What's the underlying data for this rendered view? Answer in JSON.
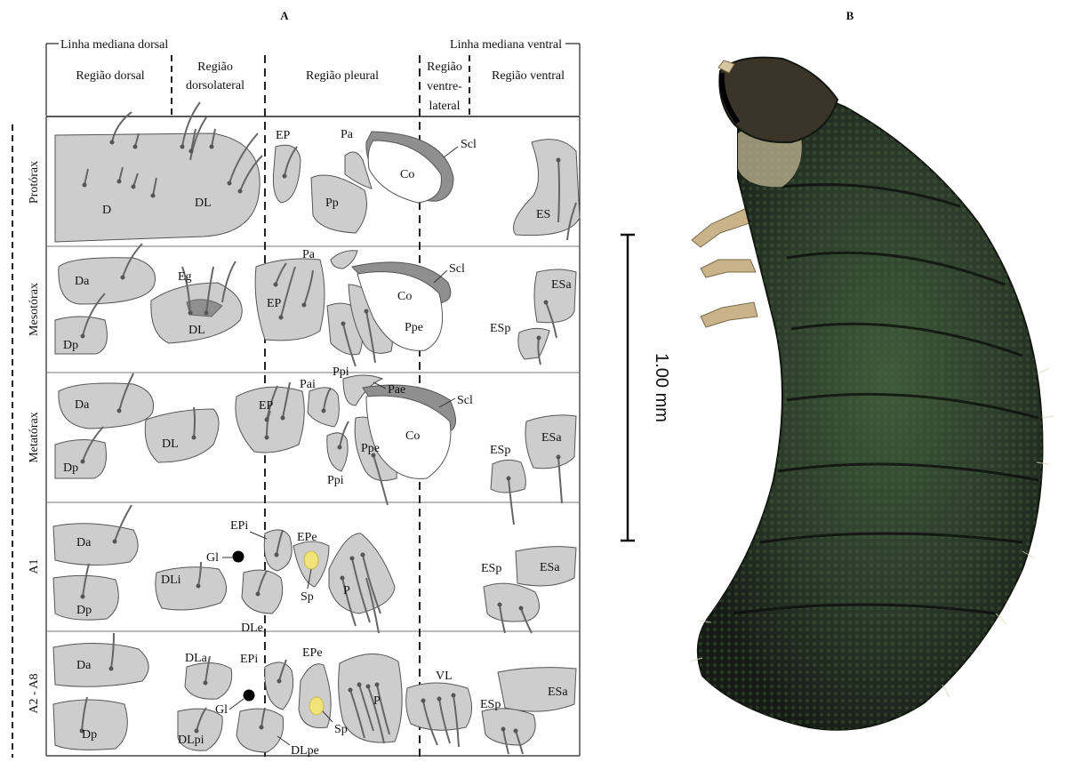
{
  "panels": {
    "a": "A",
    "b": "B"
  },
  "midlines": {
    "dorsal": "Linha mediana dorsal",
    "ventral": "Linha mediana ventral"
  },
  "regions": {
    "dorsal": "Região dorsal",
    "dorsolateral": [
      "Região",
      "dorsolateral"
    ],
    "pleural": "Região pleural",
    "ventrolateral": [
      "Região",
      "ventre-",
      "lateral"
    ],
    "ventral": "Região ventral"
  },
  "segments": {
    "prothorax": "Protórax",
    "mesothorax": "Mesotórax",
    "metathorax": "Metatórax",
    "a1": "A1",
    "a2a8": "A2 - A8"
  },
  "labels": {
    "prothorax": [
      "D",
      "DL",
      "EP",
      "Pa",
      "Pp",
      "Co",
      "Scl",
      "ES"
    ],
    "mesothorax": [
      "Da",
      "Dp",
      "Eg",
      "DL",
      "EP",
      "Pa",
      "Ppi",
      "Co",
      "Ppe",
      "Scl",
      "ESp",
      "ESa"
    ],
    "metathorax": [
      "Da",
      "Dp",
      "DL",
      "EP",
      "Pai",
      "Pae",
      "Ppi",
      "Ppe",
      "Co",
      "Scl",
      "ESp",
      "ESa"
    ],
    "a1": [
      "Da",
      "Dp",
      "Gl",
      "DLi",
      "EPi",
      "DLe",
      "EPe",
      "Sp",
      "P",
      "ESp",
      "ESa"
    ],
    "a2a8": [
      "Da",
      "Dp",
      "DLa",
      "Gl",
      "DLpi",
      "EPi",
      "DLpe",
      "EPe",
      "Sp",
      "P",
      "VL",
      "ESp",
      "ESa"
    ]
  },
  "scale_bar": {
    "label": "1.00 mm"
  },
  "colors": {
    "sclerite_fill": "#cdcdcd",
    "dark_sclerite": "#8f8f8f",
    "spiracle": "#f2e27a",
    "gland": "#000000",
    "larva_body": "#2b3a2a",
    "larva_sheen": "#3f5a3a",
    "larva_head": "#3a3528",
    "legs": "#c9b48a"
  }
}
